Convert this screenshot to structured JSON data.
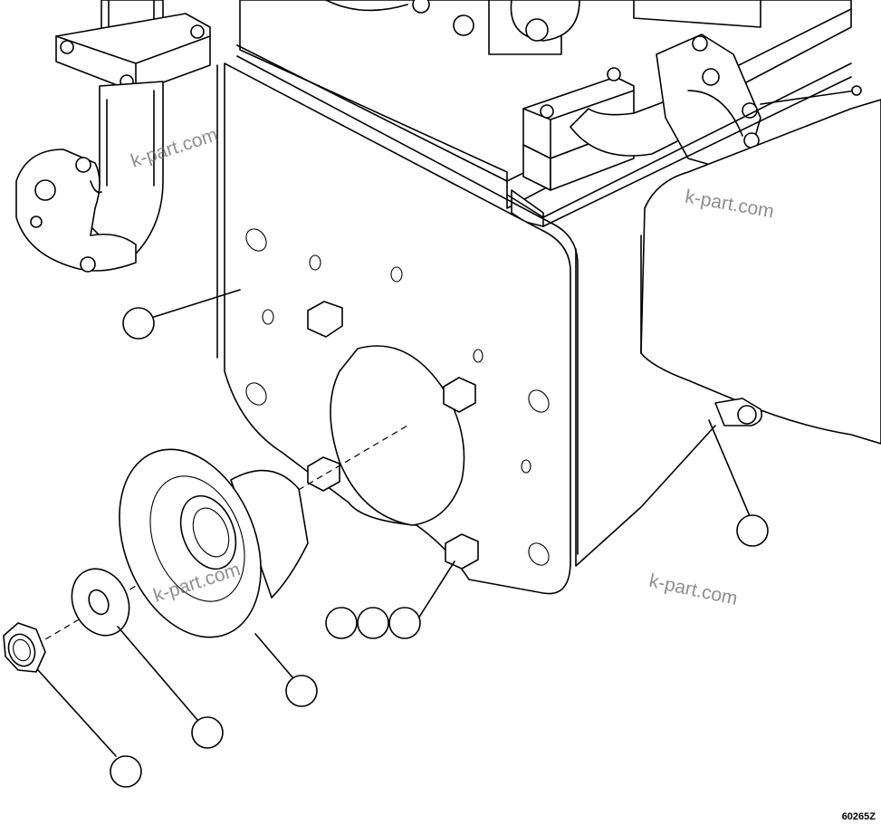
{
  "diagram": {
    "watermarks": [
      "k-part.com",
      "k-part.com",
      "k-part.com",
      "k-part.com"
    ],
    "drawing_code": "60265Z",
    "callouts": [
      {
        "part": "mounting-plate",
        "label": ""
      },
      {
        "part": "lower-bolt",
        "label": ""
      },
      {
        "part": "hub-flange",
        "label": ""
      },
      {
        "part": "washer",
        "label": ""
      },
      {
        "part": "hex-nut",
        "label": ""
      },
      {
        "part": "bolt-group-1",
        "label": ""
      },
      {
        "part": "bolt-group-2",
        "label": ""
      },
      {
        "part": "bolt-group-3",
        "label": ""
      }
    ]
  }
}
